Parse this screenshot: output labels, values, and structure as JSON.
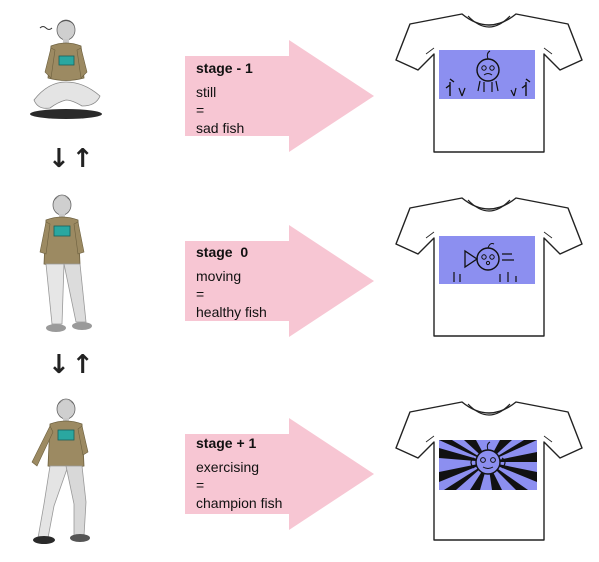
{
  "colors": {
    "arrow_fill": "#f7c6d3",
    "shirt_print": "#8c8ff0",
    "person_shirt": "#9c8a62",
    "person_pants": "#dedede",
    "chest_display": "#2aa7a0"
  },
  "transitions": [
    {
      "symbol": "↓↑"
    },
    {
      "symbol": "↓↑"
    }
  ],
  "stages": [
    {
      "title": "stage - 1",
      "activity": "still",
      "equals": "=",
      "result": "sad fish",
      "person_pose": "sitting-cross-legged",
      "fish_mood": "sad"
    },
    {
      "title": "stage  0",
      "activity": "moving",
      "equals": "=",
      "result": "healthy fish",
      "person_pose": "standing",
      "fish_mood": "healthy"
    },
    {
      "title": "stage + 1",
      "activity": "exercising",
      "equals": "=",
      "result": "champion fish",
      "person_pose": "walking",
      "fish_mood": "champion"
    }
  ]
}
